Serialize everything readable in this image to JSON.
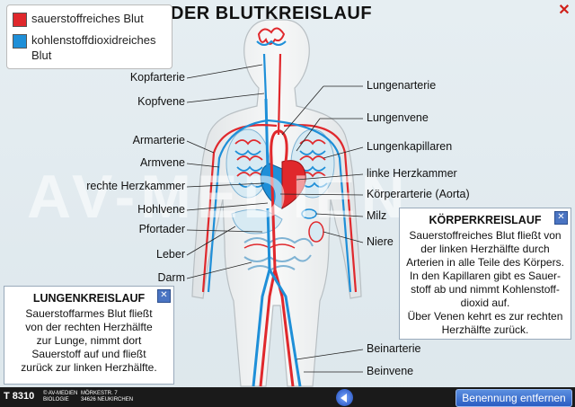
{
  "title": "DER BLUTKREISLAUF",
  "colors": {
    "oxygen_rich": "#e0282c",
    "co2_rich": "#1e8fd8"
  },
  "legend": [
    {
      "label": "sauerstoffreiches Blut"
    },
    {
      "label": "kohlenstoffdioxidreiches Blut"
    }
  ],
  "labels_left": {
    "kopfarterie": "Kopfarterie",
    "kopfvene": "Kopfvene",
    "armarterie": "Armarterie",
    "armvene": "Armvene",
    "rechte_herzkammer": "rechte Herzkammer",
    "hohlvene": "Hohlvene",
    "pfortader": "Pfortader",
    "leber": "Leber",
    "darm": "Darm"
  },
  "labels_right": {
    "lungenarterie": "Lungenarterie",
    "lungenvene": "Lungenvene",
    "lungenkapillaren": "Lungenkapillaren",
    "linke_herzkammer": "linke Herzkammer",
    "koerperarterie": "Körperarterie (Aorta)",
    "milz": "Milz",
    "niere": "Niere",
    "beinarterie": "Beinarterie",
    "beinvene": "Beinvene"
  },
  "watermark": "AV-MEDIEN",
  "lungenkreislauf": {
    "title": "LUNGENKREISLAUF",
    "lines": [
      "Sauerstoffarmes Blut fließt",
      "von der rechten Herzhälfte",
      "zur Lunge, nimmt dort",
      "Sauerstoff auf und fließt",
      "zurück zur linken Herzhälfte."
    ]
  },
  "koerperkreislauf": {
    "title": "KÖRPERKREISLAUF",
    "lines": [
      "Sauerstoffreiches Blut fließt von",
      "der linken Herzhälfte durch",
      "Arterien in alle Teile des Körpers.",
      "In den Kapillaren gibt es Sauer-",
      "stoff ab und nimmt Kohlenstoff-",
      "dioxid auf.",
      "Über Venen kehrt es zur rechten",
      "Herzhälfte zurück."
    ]
  },
  "footer": {
    "code": "T 8310",
    "publisher_line1": "© AV-MEDIEN",
    "publisher_line2": "BIOLOGIE",
    "address_line1": "MÖRKESTR. 7",
    "address_line2": "34626 NEUKIRCHEN",
    "action_button": "Benennung entfernen"
  }
}
